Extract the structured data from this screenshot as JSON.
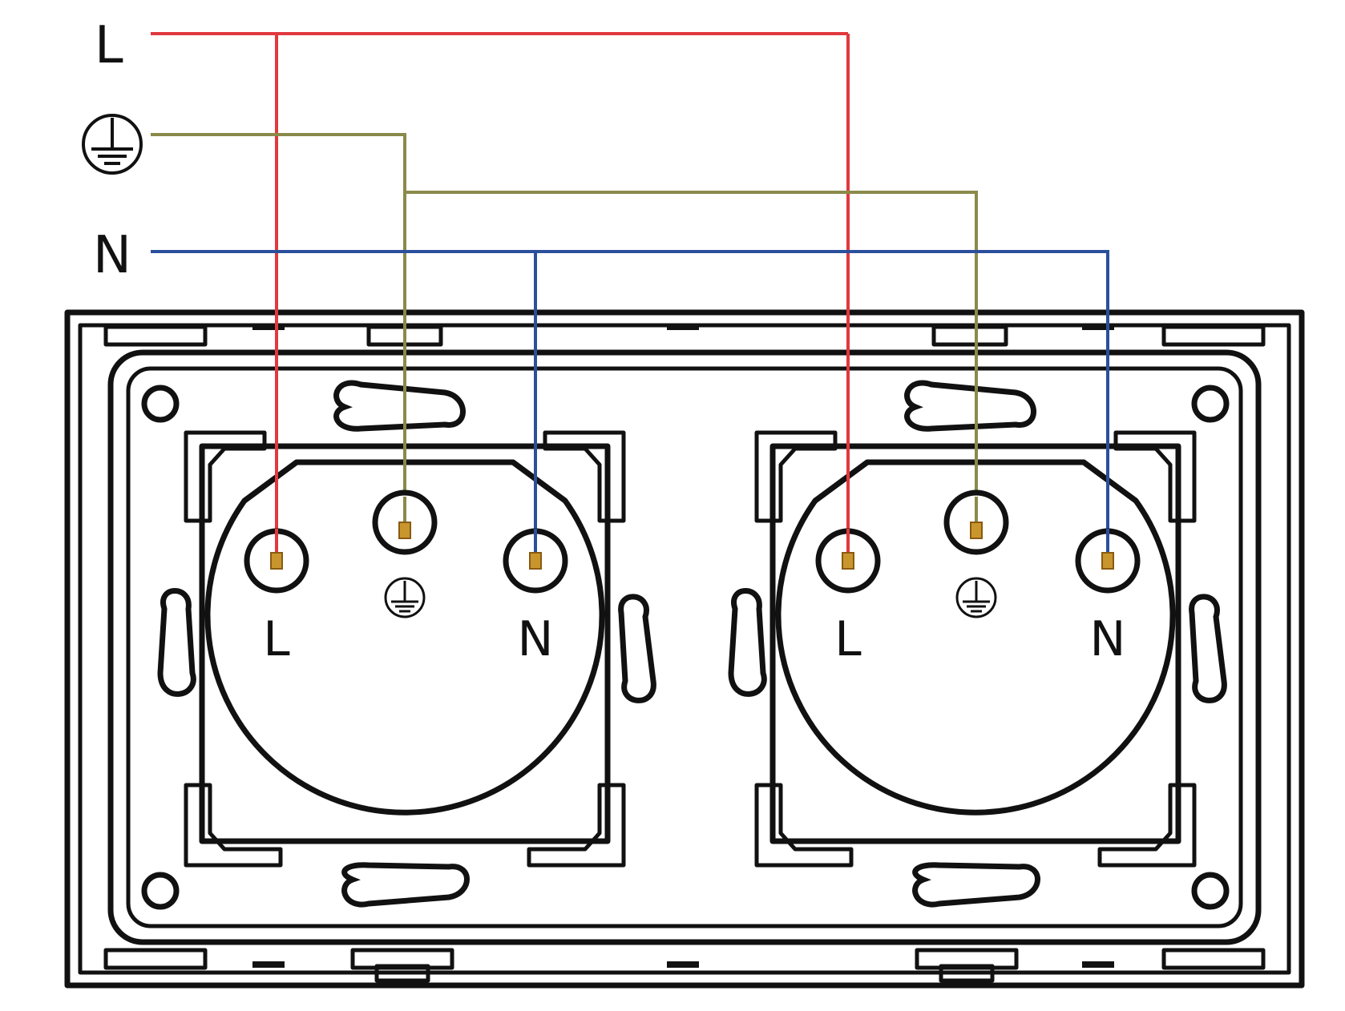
{
  "supply": {
    "live_label": "L",
    "neutral_label": "N",
    "earth_symbol": "earth-ground-symbol"
  },
  "colors": {
    "live": "#e0393e",
    "earth": "#8a8a4a",
    "neutral": "#2a4f9c",
    "terminal": "#c9962e",
    "outline": "#111111"
  },
  "sockets": [
    {
      "name": "left-socket",
      "terminals": [
        {
          "label": "L"
        },
        {
          "label": "earth"
        },
        {
          "label": "N"
        }
      ]
    },
    {
      "name": "right-socket",
      "terminals": [
        {
          "label": "L"
        },
        {
          "label": "earth"
        },
        {
          "label": "N"
        }
      ]
    }
  ]
}
